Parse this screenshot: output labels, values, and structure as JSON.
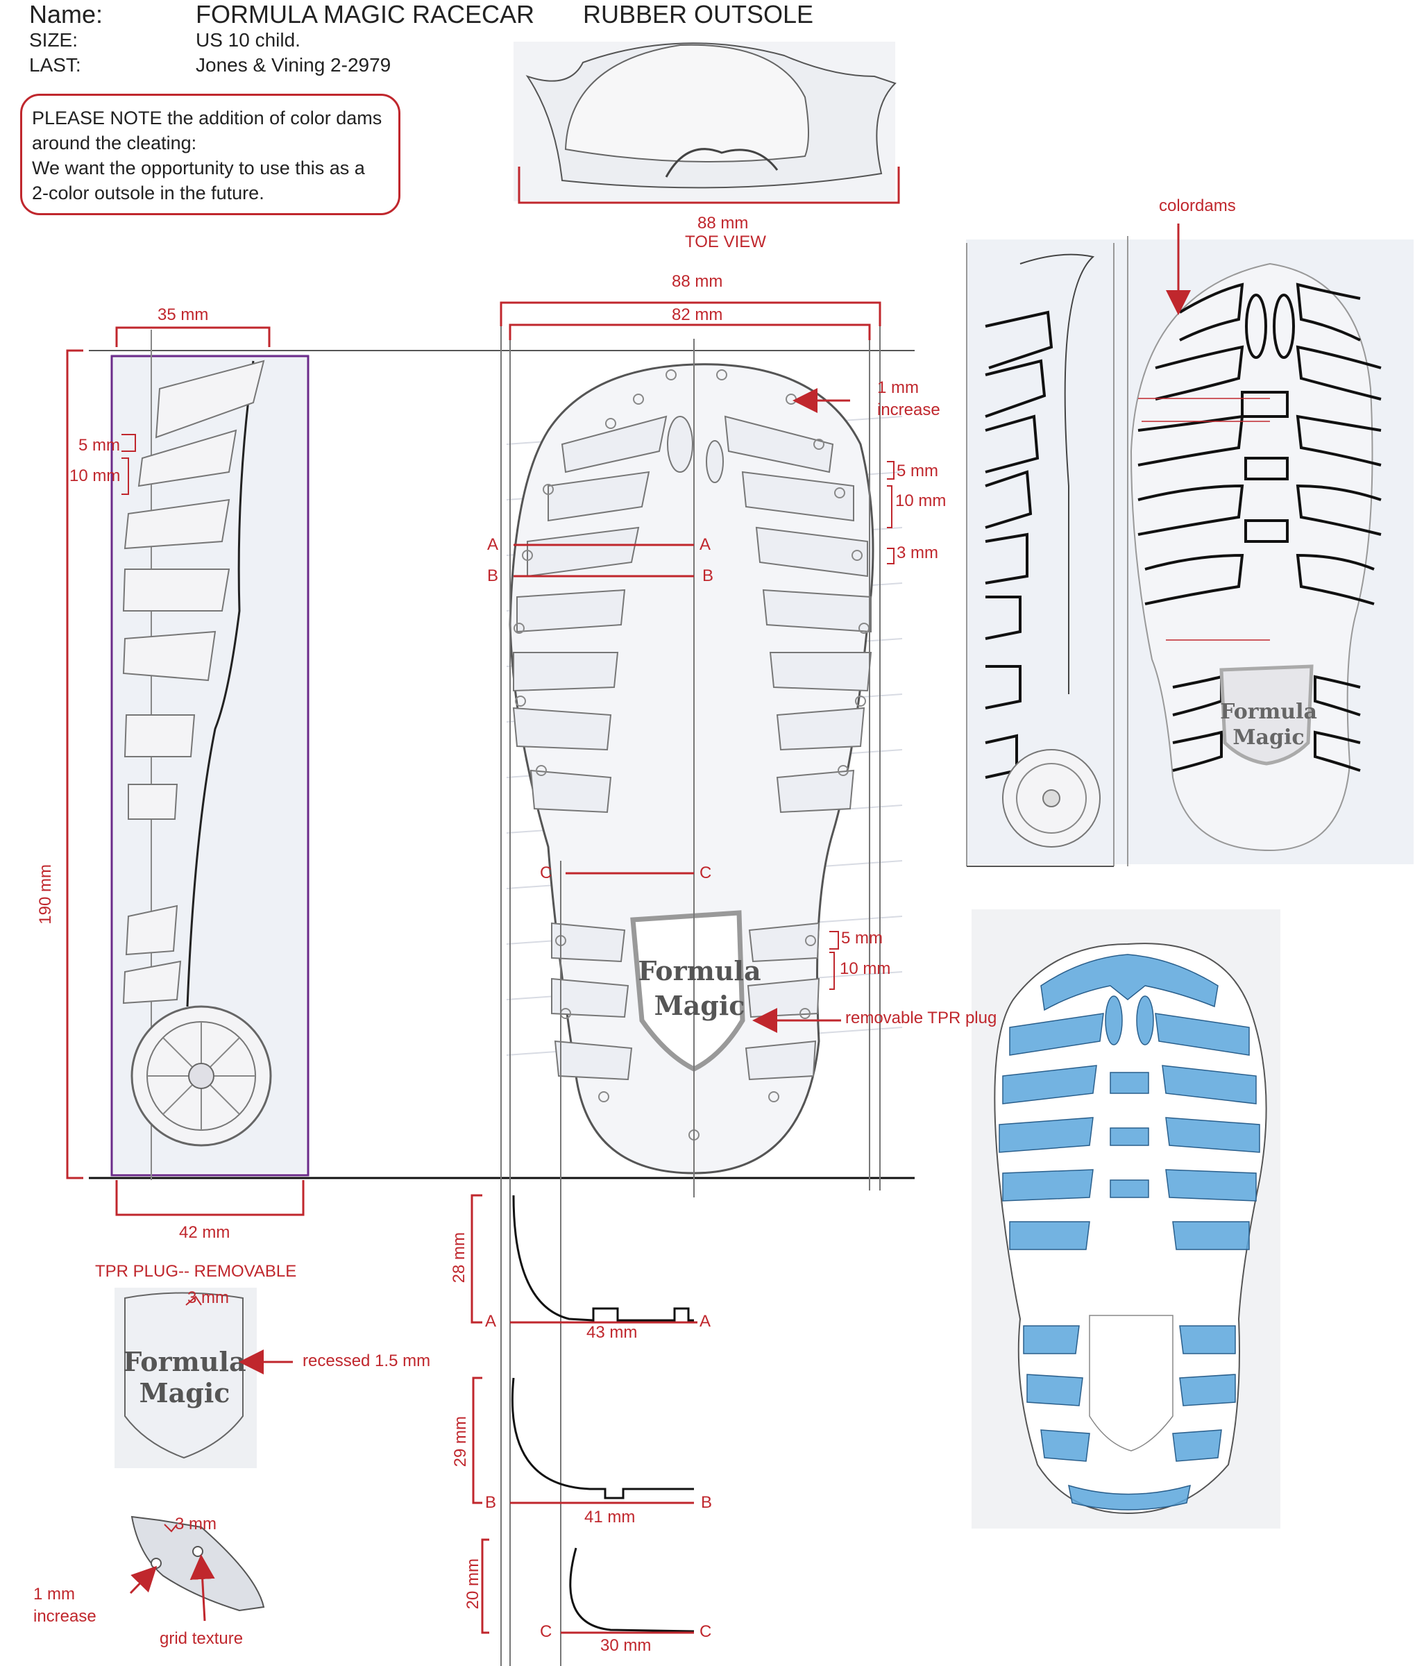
{
  "header": {
    "name_label": "Name:",
    "name_value": "FORMULA MAGIC RACECAR",
    "size_label": "SIZE:",
    "size_value": "US 10 child.",
    "last_label": "LAST:",
    "last_value": "Jones & Vining 2-2979",
    "section_title": "RUBBER OUTSOLE"
  },
  "note": {
    "line1": "PLEASE NOTE the addition of color dams",
    "line2": "around the cleating:",
    "line3": "We want the opportunity to use this as a",
    "line4": "2-color outsole in the future."
  },
  "toe_view": {
    "width": "88 mm",
    "label": "TOE VIEW"
  },
  "side_view": {
    "top_width": "35 mm",
    "bottom_width": "42 mm",
    "height": "190 mm",
    "cleat_gap": "5 mm",
    "cleat_depth": "10 mm"
  },
  "bottom_view": {
    "outer_width": "88 mm",
    "inner_width": "82 mm",
    "toe_increase_1": "1 mm",
    "toe_increase_2": "increase",
    "gap_5": "5 mm",
    "depth_10": "10 mm",
    "gap_3": "3 mm",
    "heel_gap_5": "5 mm",
    "heel_depth_10": "10 mm",
    "plug_callout": "removable TPR plug",
    "section_a": "A",
    "section_b": "B",
    "section_c": "C",
    "logo_line1": "Formula",
    "logo_line2": "Magic"
  },
  "colordams": {
    "label": "colordams"
  },
  "tpr_plug": {
    "title": "TPR PLUG-- REMOVABLE",
    "dim": "3 mm",
    "recess": "recessed 1.5 mm"
  },
  "cleat_detail": {
    "dim": "3 mm",
    "inc1": "1 mm",
    "inc2": "increase",
    "texture": "grid texture"
  },
  "sections": [
    {
      "height": "28 mm",
      "width": "43 mm",
      "letter": "A"
    },
    {
      "height": "29 mm",
      "width": "41 mm",
      "letter": "B"
    },
    {
      "height": "20 mm",
      "width": "30 mm",
      "letter": "C"
    }
  ],
  "colors": {
    "dimension_red": "#c0272d",
    "cleat_blue": "#5aa6dc",
    "paper": "#eef1f6"
  }
}
